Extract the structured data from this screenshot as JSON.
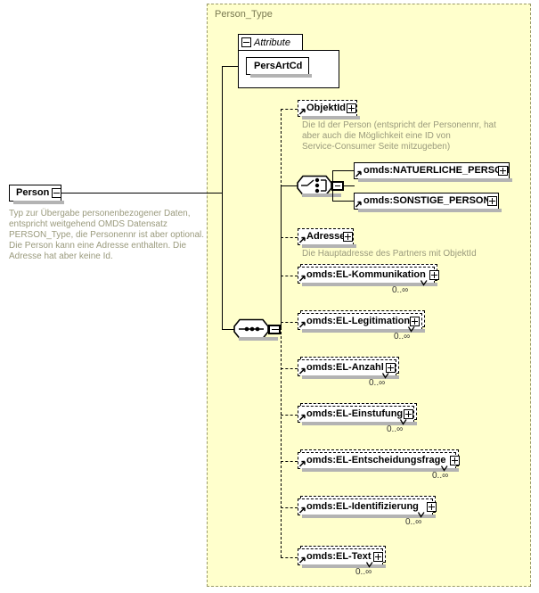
{
  "diagram": {
    "kind": "xsd-schema-diagram",
    "root_element": {
      "name": "Person",
      "toggle": "minus",
      "annotation": "Typ zur Übergabe personenbezogener Daten,\nentspricht weitgehend OMDS Datensatz\nPERSON_Type, die Personennr ist aber optional.\nDie Person kann eine Adresse enthalten. Die\nAdresse hat aber keine Id."
    },
    "type_panel": {
      "title": "Person_Type"
    },
    "attribute_group": {
      "label": "Attribute",
      "toggle": "minus",
      "attributes": [
        {
          "name": "PersArtCd"
        }
      ]
    },
    "compositors": {
      "choice": {
        "kind": "choice"
      },
      "sequence": {
        "kind": "sequence"
      }
    },
    "children": [
      {
        "name": "ObjektId",
        "toggle": "plus",
        "optional": true,
        "repeating": false,
        "cardinality": "",
        "annotation": "Die Id der Person (entspricht der Personennr, hat\naber auch die Möglichkeit eine ID von\nService-Consumer Seite mitzugeben)"
      },
      {
        "name": "omds:NATUERLICHE_PERSON",
        "toggle": "plus",
        "optional": false,
        "repeating": false,
        "cardinality": "",
        "annotation": ""
      },
      {
        "name": "omds:SONSTIGE_PERSON",
        "toggle": "plus",
        "optional": false,
        "repeating": false,
        "cardinality": "",
        "annotation": ""
      },
      {
        "name": "Adresse",
        "toggle": "plus",
        "optional": true,
        "repeating": false,
        "cardinality": "",
        "annotation": "Die Hauptadresse des Partners mit ObjektId"
      },
      {
        "name": "omds:EL-Kommunikation",
        "toggle": "plus",
        "optional": true,
        "repeating": true,
        "cardinality": "0..∞",
        "annotation": ""
      },
      {
        "name": "omds:EL-Legitimation",
        "toggle": "plus",
        "optional": true,
        "repeating": true,
        "cardinality": "0..∞",
        "annotation": ""
      },
      {
        "name": "omds:EL-Anzahl",
        "toggle": "plus",
        "optional": true,
        "repeating": true,
        "cardinality": "0..∞",
        "annotation": ""
      },
      {
        "name": "omds:EL-Einstufung",
        "toggle": "plus",
        "optional": true,
        "repeating": true,
        "cardinality": "0..∞",
        "annotation": ""
      },
      {
        "name": "omds:EL-Entscheidungsfrage",
        "toggle": "plus",
        "optional": true,
        "repeating": true,
        "cardinality": "0..∞",
        "annotation": ""
      },
      {
        "name": "omds:EL-Identifizierung",
        "toggle": "plus",
        "optional": true,
        "repeating": true,
        "cardinality": "0..∞",
        "annotation": ""
      },
      {
        "name": "omds:EL-Text",
        "toggle": "plus",
        "optional": true,
        "repeating": true,
        "cardinality": "0..∞",
        "annotation": ""
      }
    ],
    "colors": {
      "panel_background": "#ffffcc",
      "panel_border": "#999966",
      "panel_title": "#7a7a52",
      "annotation_text": "#9a9a7d",
      "node_border": "#000000",
      "node_fill": "#ffffff",
      "shadow": "#b3b3b3",
      "cardinality_text": "#333333"
    }
  }
}
